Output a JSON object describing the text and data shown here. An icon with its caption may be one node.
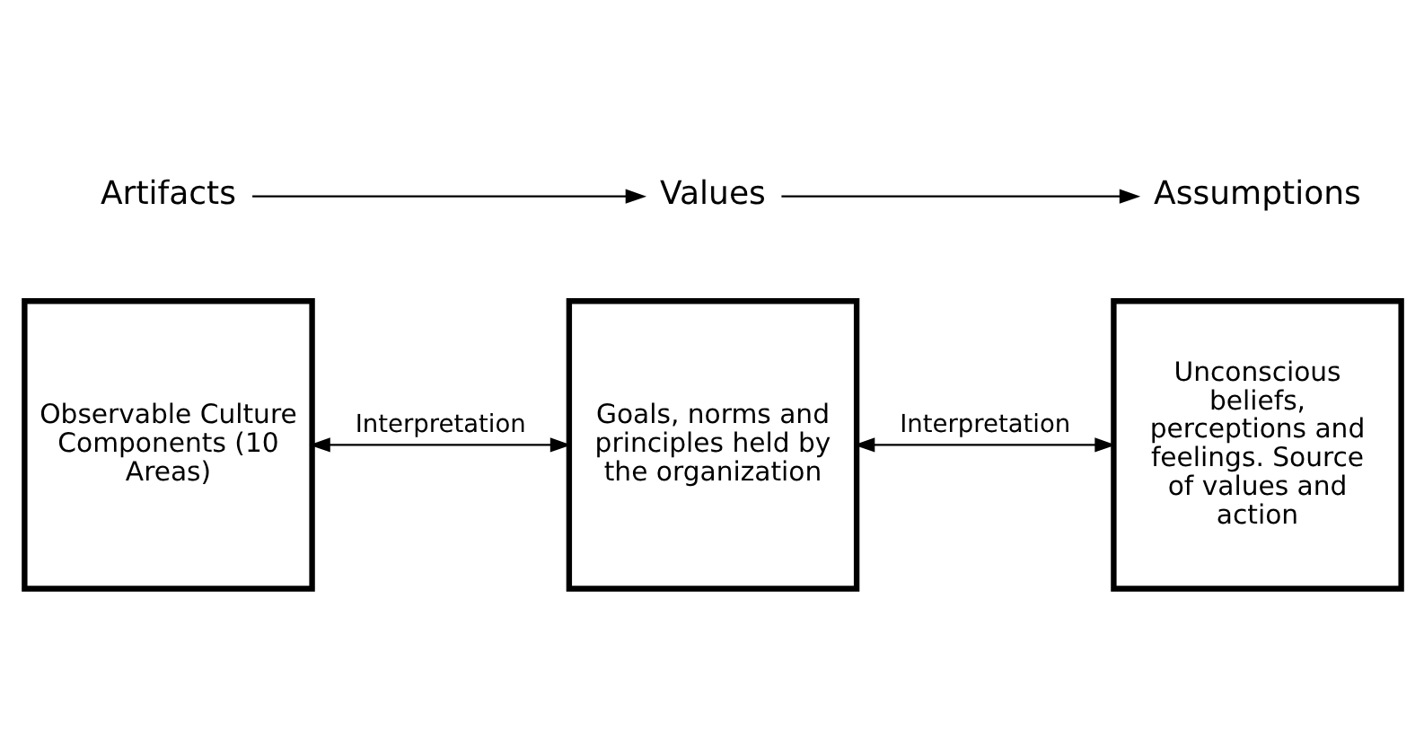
{
  "diagram": {
    "nodes": [
      {
        "text": [
          "Artifacts"
        ]
      },
      {
        "text": [
          "Values"
        ]
      },
      {
        "text": [
          "Assumptions"
        ]
      },
      {
        "text": [
          "Observable Culture Components (10 Areas)"
        ]
      },
      {
        "text": [
          "Goals, norms and principles held by the organization"
        ]
      },
      {
        "text": [
          "Unconscious beliefs, perceptions and feelings. Source of values and action"
        ]
      }
    ],
    "edges": [
      {
        "from": 0,
        "to": 1,
        "arrow": "to"
      },
      {
        "from": 1,
        "to": 2,
        "arrow": "to"
      },
      {
        "from": 3,
        "to": 4,
        "arrow": "both",
        "label": "Interpretation"
      },
      {
        "from": 4,
        "to": 5,
        "arrow": "both",
        "label": "Interpretation"
      }
    ]
  }
}
